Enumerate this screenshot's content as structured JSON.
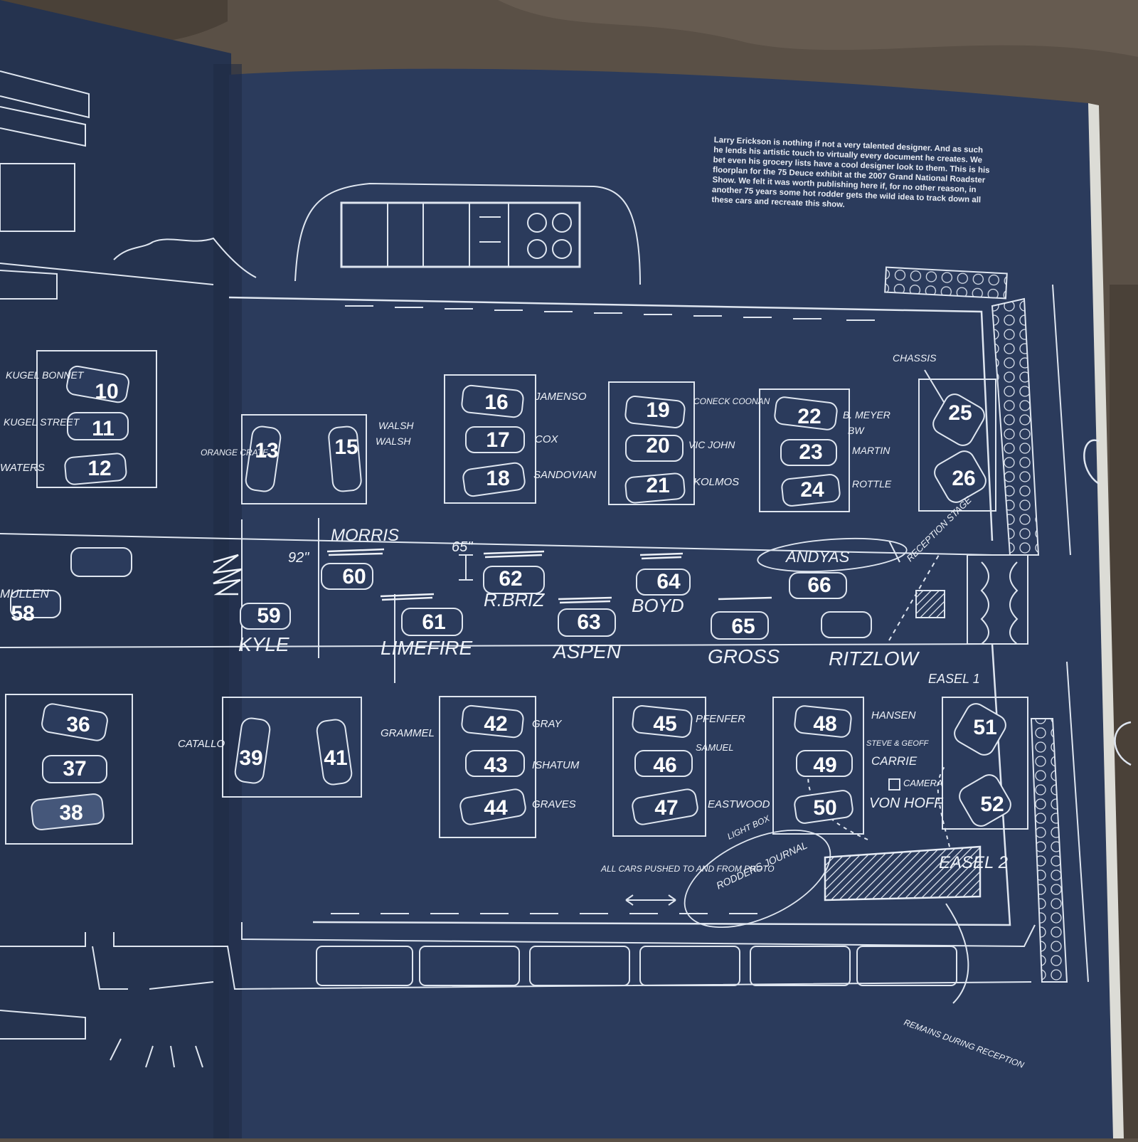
{
  "caption": "Larry Erickson is nothing if not a very talented designer. And as such he lends his artistic touch to virtually every document he creates. We bet even his grocery lists have a cool designer look to them. This is his floorplan for the 75 Deuce exhibit at the 2007 Grand National Roadster Show. We felt it was worth publishing here if, for no other reason, in another 75 years some hot rodder gets the wild idea to track down all these cars and recreate this show.",
  "colors": {
    "blueprint": "#2a3a5a",
    "line": "#dfe6f0",
    "wood": "#5a5046"
  },
  "car_numbers": {
    "n10": "10",
    "n11": "11",
    "n12": "12",
    "n13": "13",
    "n15": "15",
    "n16": "16",
    "n17": "17",
    "n18": "18",
    "n19": "19",
    "n20": "20",
    "n21": "21",
    "n22": "22",
    "n23": "23",
    "n24": "24",
    "n25": "25",
    "n26": "26",
    "n36": "36",
    "n37": "37",
    "n38": "38",
    "n39": "39",
    "n41": "41",
    "n42": "42",
    "n43": "43",
    "n44": "44",
    "n45": "45",
    "n46": "46",
    "n47": "47",
    "n48": "48",
    "n49": "49",
    "n50": "50",
    "n51": "51",
    "n52": "52",
    "n58": "58",
    "n59": "59",
    "n60": "60",
    "n61": "61",
    "n62": "62",
    "n63": "63",
    "n64": "64",
    "n65": "65",
    "n66": "66"
  },
  "handwritten": {
    "kugel_bonnet": "KUGEL BONNET",
    "kugel_street": "KUGEL STREET",
    "waters": "WATERS",
    "orange_crate": "ORANGE CRATE",
    "walsh1": "WALSH",
    "walsh2": "WALSH",
    "jamenso": "JAMENSO",
    "cox": "COX",
    "sandovian": "SANDOVIAN",
    "coneck_coonan": "CONECK COONAN",
    "vic_john": "VIC JOHN",
    "kolmos": "KOLMOS",
    "b_meyer": "B. MEYER",
    "bw": "BW",
    "martin": "MARTIN",
    "rottle": "ROTTLE",
    "chassis": "CHASSIS",
    "morris": "MORRIS",
    "dim_92": "92\"",
    "dim_65": "65\"",
    "reception_stage": "RECEPTION STAGE",
    "mullen": "MULLEN",
    "kyle": "KYLE",
    "limefire": "LIMEFIRE",
    "r_briz": "R.BRIZ",
    "aspen": "ASPEN",
    "boyd": "BOYD",
    "gross": "GROSS",
    "ritzlow": "RITZLOW",
    "andyas": "ANDYAS",
    "easel_1": "EASEL 1",
    "easel_2": "EASEL 2",
    "catallo": "CATALLO",
    "grammel": "GRAMMEL",
    "gray": "GRAY",
    "ishatum": "ISHATUM",
    "graves": "GRAVES",
    "pfenfer": "PFENFER",
    "samuel": "SAMUEL",
    "eastwood": "EASTWOOD",
    "hansen": "HANSEN",
    "steve_geoff": "STEVE & GEOFF",
    "carrie": "CARRIE",
    "camera": "CAMERA",
    "von_hoff": "VON HOFF",
    "light_box": "LIGHT BOX",
    "rodders_journal": "RODDERS JOURNAL",
    "all_cars": "ALL CARS PUSHED TO AND FROM PHOTO",
    "remains": "REMAINS DURING RECEPTION"
  }
}
